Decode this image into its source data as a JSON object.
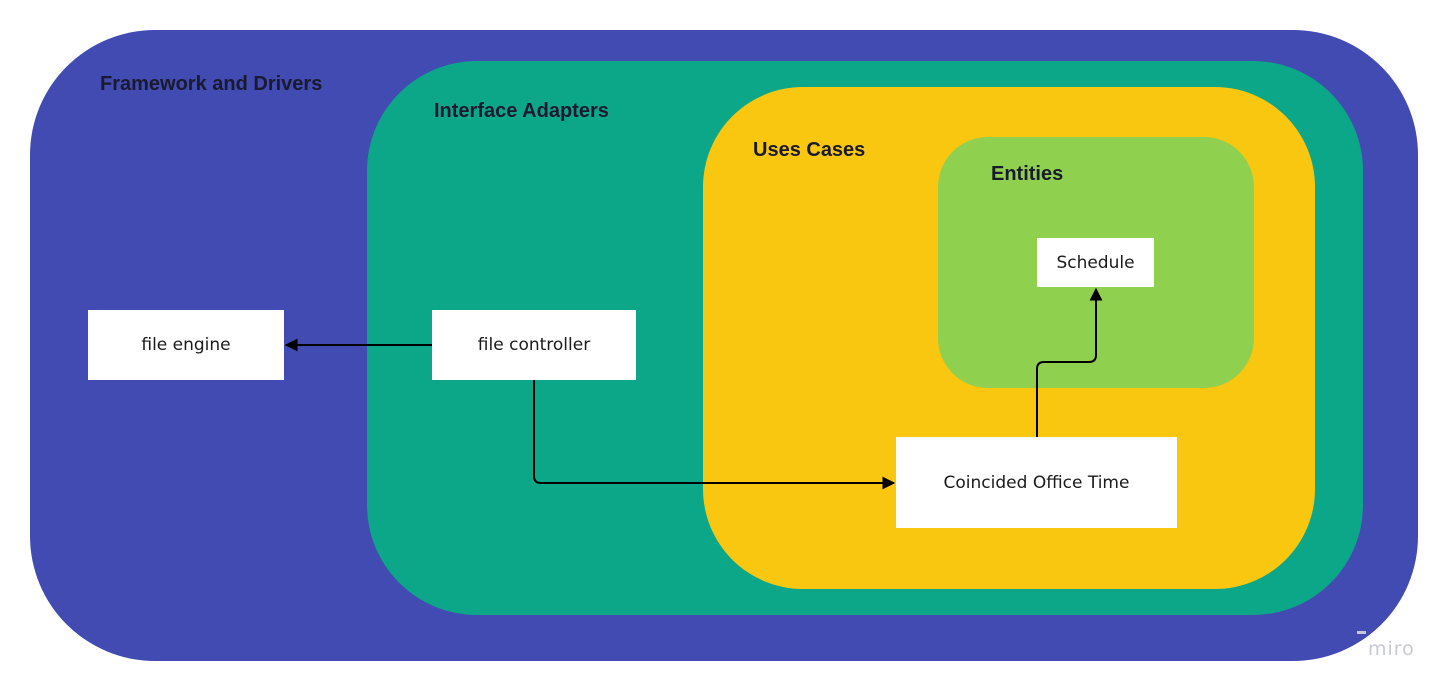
{
  "colors": {
    "frameworks": "#414bb2",
    "adapters": "#0ca789",
    "usecases": "#fac710",
    "entities": "#8fd14f",
    "box": "#ffffff",
    "connector": "#000000",
    "background": "#ffffff"
  },
  "layers": {
    "frameworks": {
      "title": "Framework and Drivers"
    },
    "adapters": {
      "title": "Interface Adapters"
    },
    "usecases": {
      "title": "Uses Cases"
    },
    "entities": {
      "title": "Entities"
    }
  },
  "boxes": {
    "file_engine": {
      "label": "file engine"
    },
    "file_controller": {
      "label": "file controller"
    },
    "coincided": {
      "label": "Coincided Office Time"
    },
    "schedule": {
      "label": "Schedule"
    }
  },
  "connectors": [
    {
      "from": "file controller",
      "to": "file engine"
    },
    {
      "from": "file controller",
      "to": "Coincided Office Time"
    },
    {
      "from": "Coincided Office Time",
      "to": "Schedule"
    }
  ],
  "watermark": {
    "text": "miro",
    "icon": "miro-logo-icon"
  }
}
